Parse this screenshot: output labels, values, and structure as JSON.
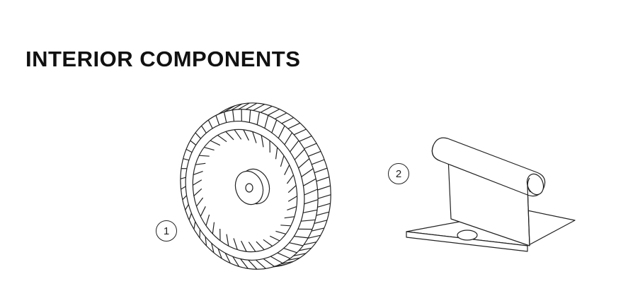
{
  "title": "INTERIOR COMPONENTS",
  "components": [
    {
      "number": "1",
      "icon": "blower-wheel-icon"
    },
    {
      "number": "2",
      "icon": "mounting-bracket-icon"
    }
  ],
  "colors": {
    "line": "#222222",
    "background": "#ffffff"
  }
}
